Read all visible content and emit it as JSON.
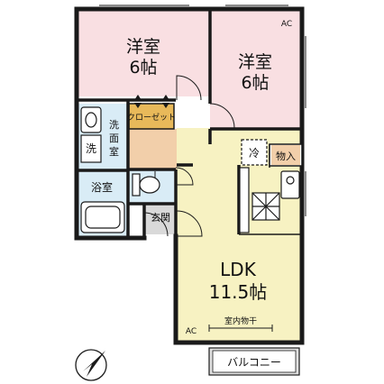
{
  "rooms": {
    "western1": {
      "name": "洋室",
      "size": "6帖"
    },
    "western2": {
      "name": "洋室",
      "size": "6帖"
    },
    "ldk": {
      "name": "LDK",
      "size": "11.5帖"
    }
  },
  "labels": {
    "closet": "クローゼット",
    "washroom": "洗面室",
    "washer": "洗",
    "bath": "浴室",
    "entrance": "玄関",
    "fridge": "冷",
    "storage": "物入",
    "drying": "室内物干",
    "balcony": "バルコニー",
    "ac_top": "AC",
    "ac_bottom": "AC"
  },
  "colors": {
    "western": "#f9dfe2",
    "ldk": "#f7f2c2",
    "corridor": "#f2cfaa",
    "closet": "#e8b95a",
    "wet": "#d9ecf6",
    "entrance": "#d9d9d9",
    "wall": "#1a1a1a"
  },
  "icons": [
    "north-arrow-icon",
    "sink-icon",
    "toilet-icon",
    "bathtub-icon",
    "stove-icon"
  ]
}
